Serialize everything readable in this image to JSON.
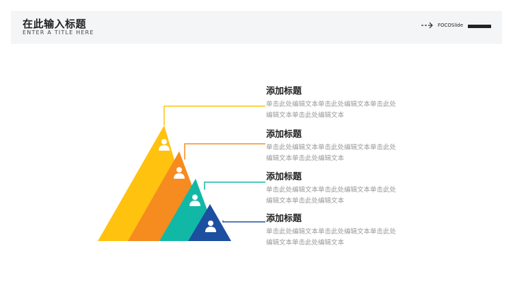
{
  "header": {
    "title": "在此输入标题",
    "subtitle": "ENTER A TITLE HERE",
    "brand": "FOCOSlide"
  },
  "levels": [
    {
      "title": "添加标题",
      "body_line1": "单击此处编辑文本单击此处编辑文本单击此处",
      "body_line2": "编辑文本单击此处编辑文本",
      "color": "#FFC20E",
      "icon": "person-icon"
    },
    {
      "title": "添加标题",
      "body_line1": "单击此处编辑文本单击此处编辑文本单击此处",
      "body_line2": "编辑文本单击此处编辑文本",
      "color": "#F68B1F",
      "icon": "person-icon"
    },
    {
      "title": "添加标题",
      "body_line1": "单击此处编辑文本单击此处编辑文本单击此处",
      "body_line2": "编辑文本单击此处编辑文本",
      "color": "#12B8A6",
      "icon": "person-icon"
    },
    {
      "title": "添加标题",
      "body_line1": "单击此处编辑文本单击此处编辑文本单击此处",
      "body_line2": "编辑文本单击此处编辑文本",
      "color": "#1C4FA0",
      "icon": "person-icon"
    }
  ]
}
